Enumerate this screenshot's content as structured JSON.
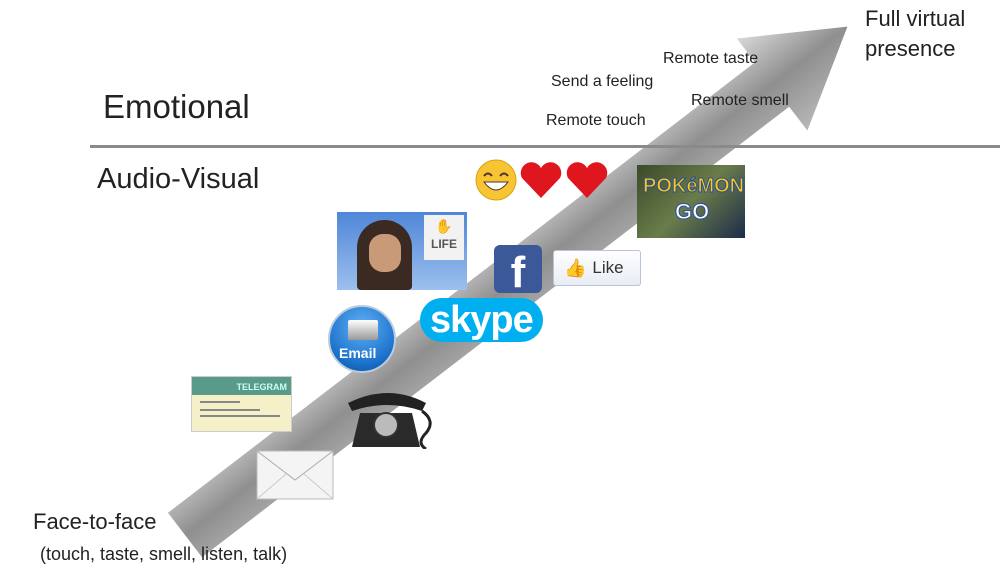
{
  "levels": {
    "emotional": "Emotional",
    "audio_visual": "Audio-Visual"
  },
  "endpoints": {
    "top": "Full virtual presence",
    "top_line1": "Full virtual",
    "top_line2": "presence",
    "bottom": "Face-to-face",
    "bottom_sub": "(touch, taste, smell, listen, talk)"
  },
  "emotional_items": [
    "Remote taste",
    "Send a feeling",
    "Remote smell",
    "Remote touch"
  ],
  "icons": {
    "email": "Email",
    "skype": "skype",
    "facebook": "f",
    "like": "Like",
    "second_life": "LIFE",
    "pokemon": "POKéMON",
    "pokemon_go": "GO",
    "telegram": "TELEGRAM"
  },
  "colors": {
    "arrow": "#9a9a9a",
    "divider": "#8a8a8a",
    "facebook": "#3b5998",
    "skype": "#00aff0",
    "email": "#1a6fc9"
  }
}
